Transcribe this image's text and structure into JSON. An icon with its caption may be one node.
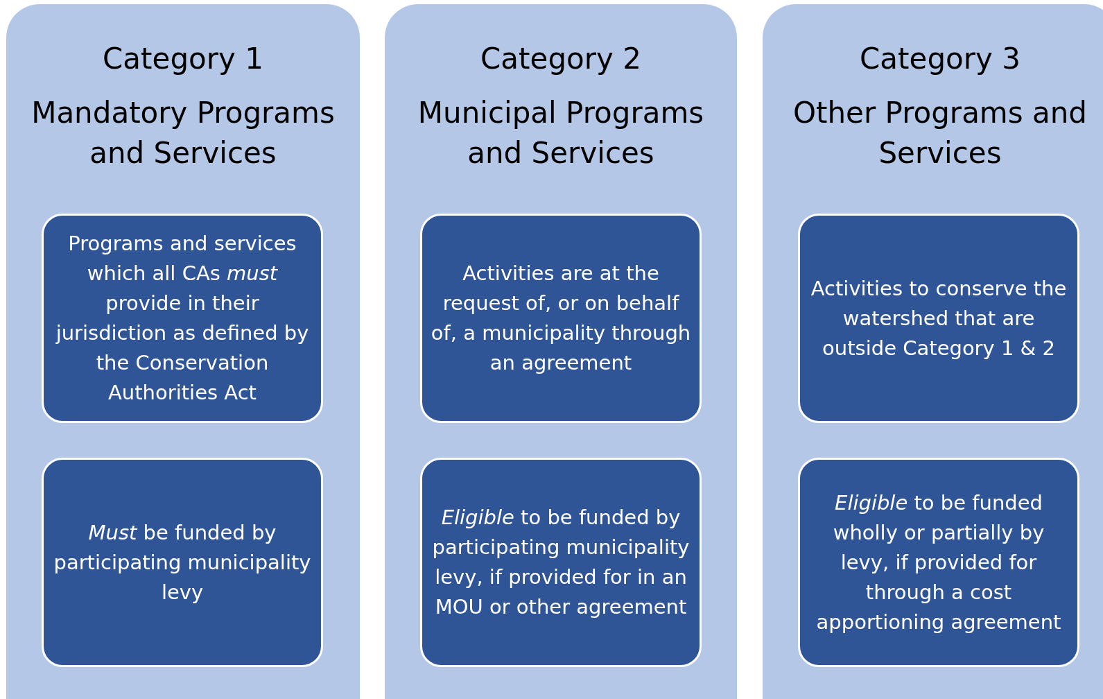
{
  "diagram": {
    "nodes": [
      {
        "text": [
          "Category 1",
          "Mandatory Programs and Services"
        ]
      },
      {
        "text": [
          "Programs and services which all CAs *must* provide in their jurisdiction as defined by the Conservation Authorities Act"
        ],
        "in": 0
      },
      {
        "text": [
          "*Must* be funded by participating municipality levy"
        ],
        "in": 0
      },
      {
        "text": [
          "Category 2",
          "Municipal Programs and Services"
        ]
      },
      {
        "text": [
          "Activities are at the request of, or on behalf of, a municipality through an agreement"
        ],
        "in": 3
      },
      {
        "text": [
          "*Eligible* to be funded by participating municipality levy, if provided for in an MOU or other agreement"
        ],
        "in": 3
      },
      {
        "text": [
          "Category 3",
          "Other Programs and Services"
        ]
      },
      {
        "text": [
          "Activities to conserve the watershed that are outside Category 1 & 2"
        ],
        "in": 6
      },
      {
        "text": [
          "*Eligible* to be funded wholly or partially by levy, if provided for through a cost apportioning agreement"
        ],
        "in": 6
      }
    ]
  }
}
